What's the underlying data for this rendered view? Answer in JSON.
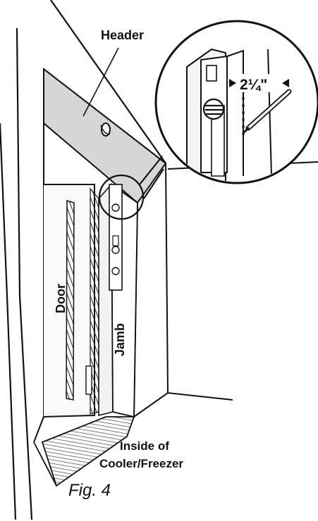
{
  "labels": {
    "header": "Header",
    "door": "Door",
    "jamb": "Jamb",
    "inside_line1": "Inside of",
    "inside_line2": "Cooler/Freezer",
    "measurement": "2¼\""
  },
  "caption": "Fig. 4"
}
